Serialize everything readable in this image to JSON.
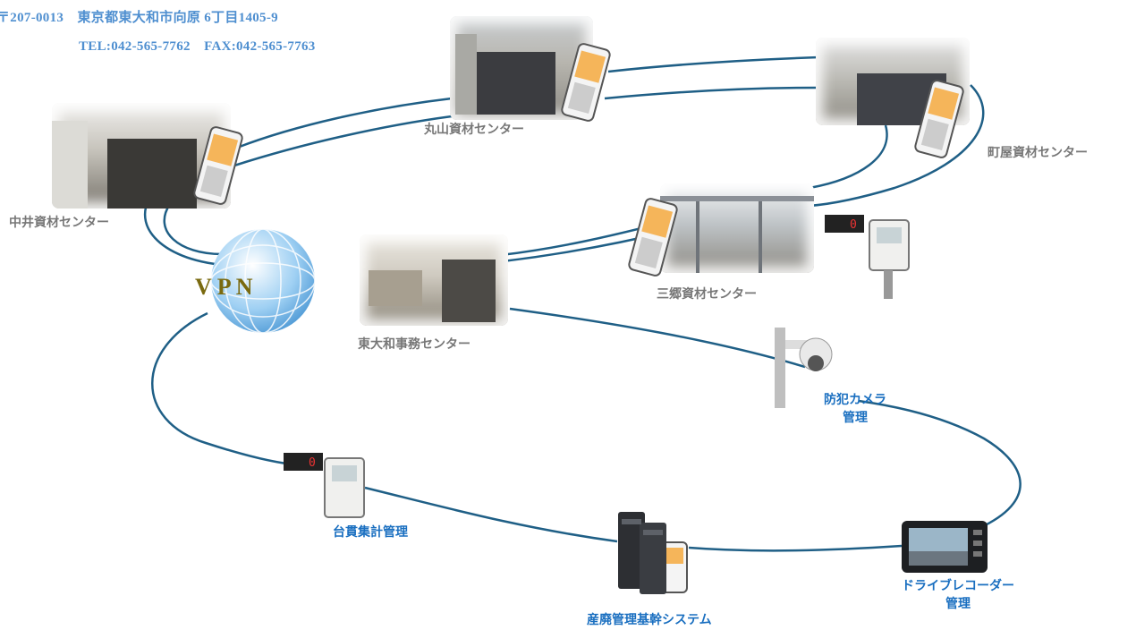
{
  "address": {
    "line1": "〒207-0013　東京都東大和市向原 6丁目1405-9",
    "line2": "TEL:042-565-7762　FAX:042-565-7763"
  },
  "network_label": "V P N",
  "centers": [
    {
      "id": "maruyama",
      "label": "丸山資材センター"
    },
    {
      "id": "machiya",
      "label": "町屋資材センター"
    },
    {
      "id": "nakai",
      "label": "中井資材センター"
    },
    {
      "id": "misato",
      "label": "三郷資材センター"
    },
    {
      "id": "higashiyamato",
      "label": "東大和事務センター"
    }
  ],
  "systems": {
    "camera": {
      "line1": "防犯カメラ",
      "line2": "管理"
    },
    "cart": {
      "line1": "台貫集計管理"
    },
    "core": {
      "line1": "産廃管理基幹システム"
    },
    "recorder": {
      "line1": "ドライブレコーダー",
      "line2": "管理"
    }
  },
  "scale_display": "0",
  "colors": {
    "wire": "#1f5f86",
    "center_label": "#777777",
    "system_label": "#1a6fc0",
    "address": "#4f8fd0",
    "vpn_text": "#7a6a10"
  }
}
